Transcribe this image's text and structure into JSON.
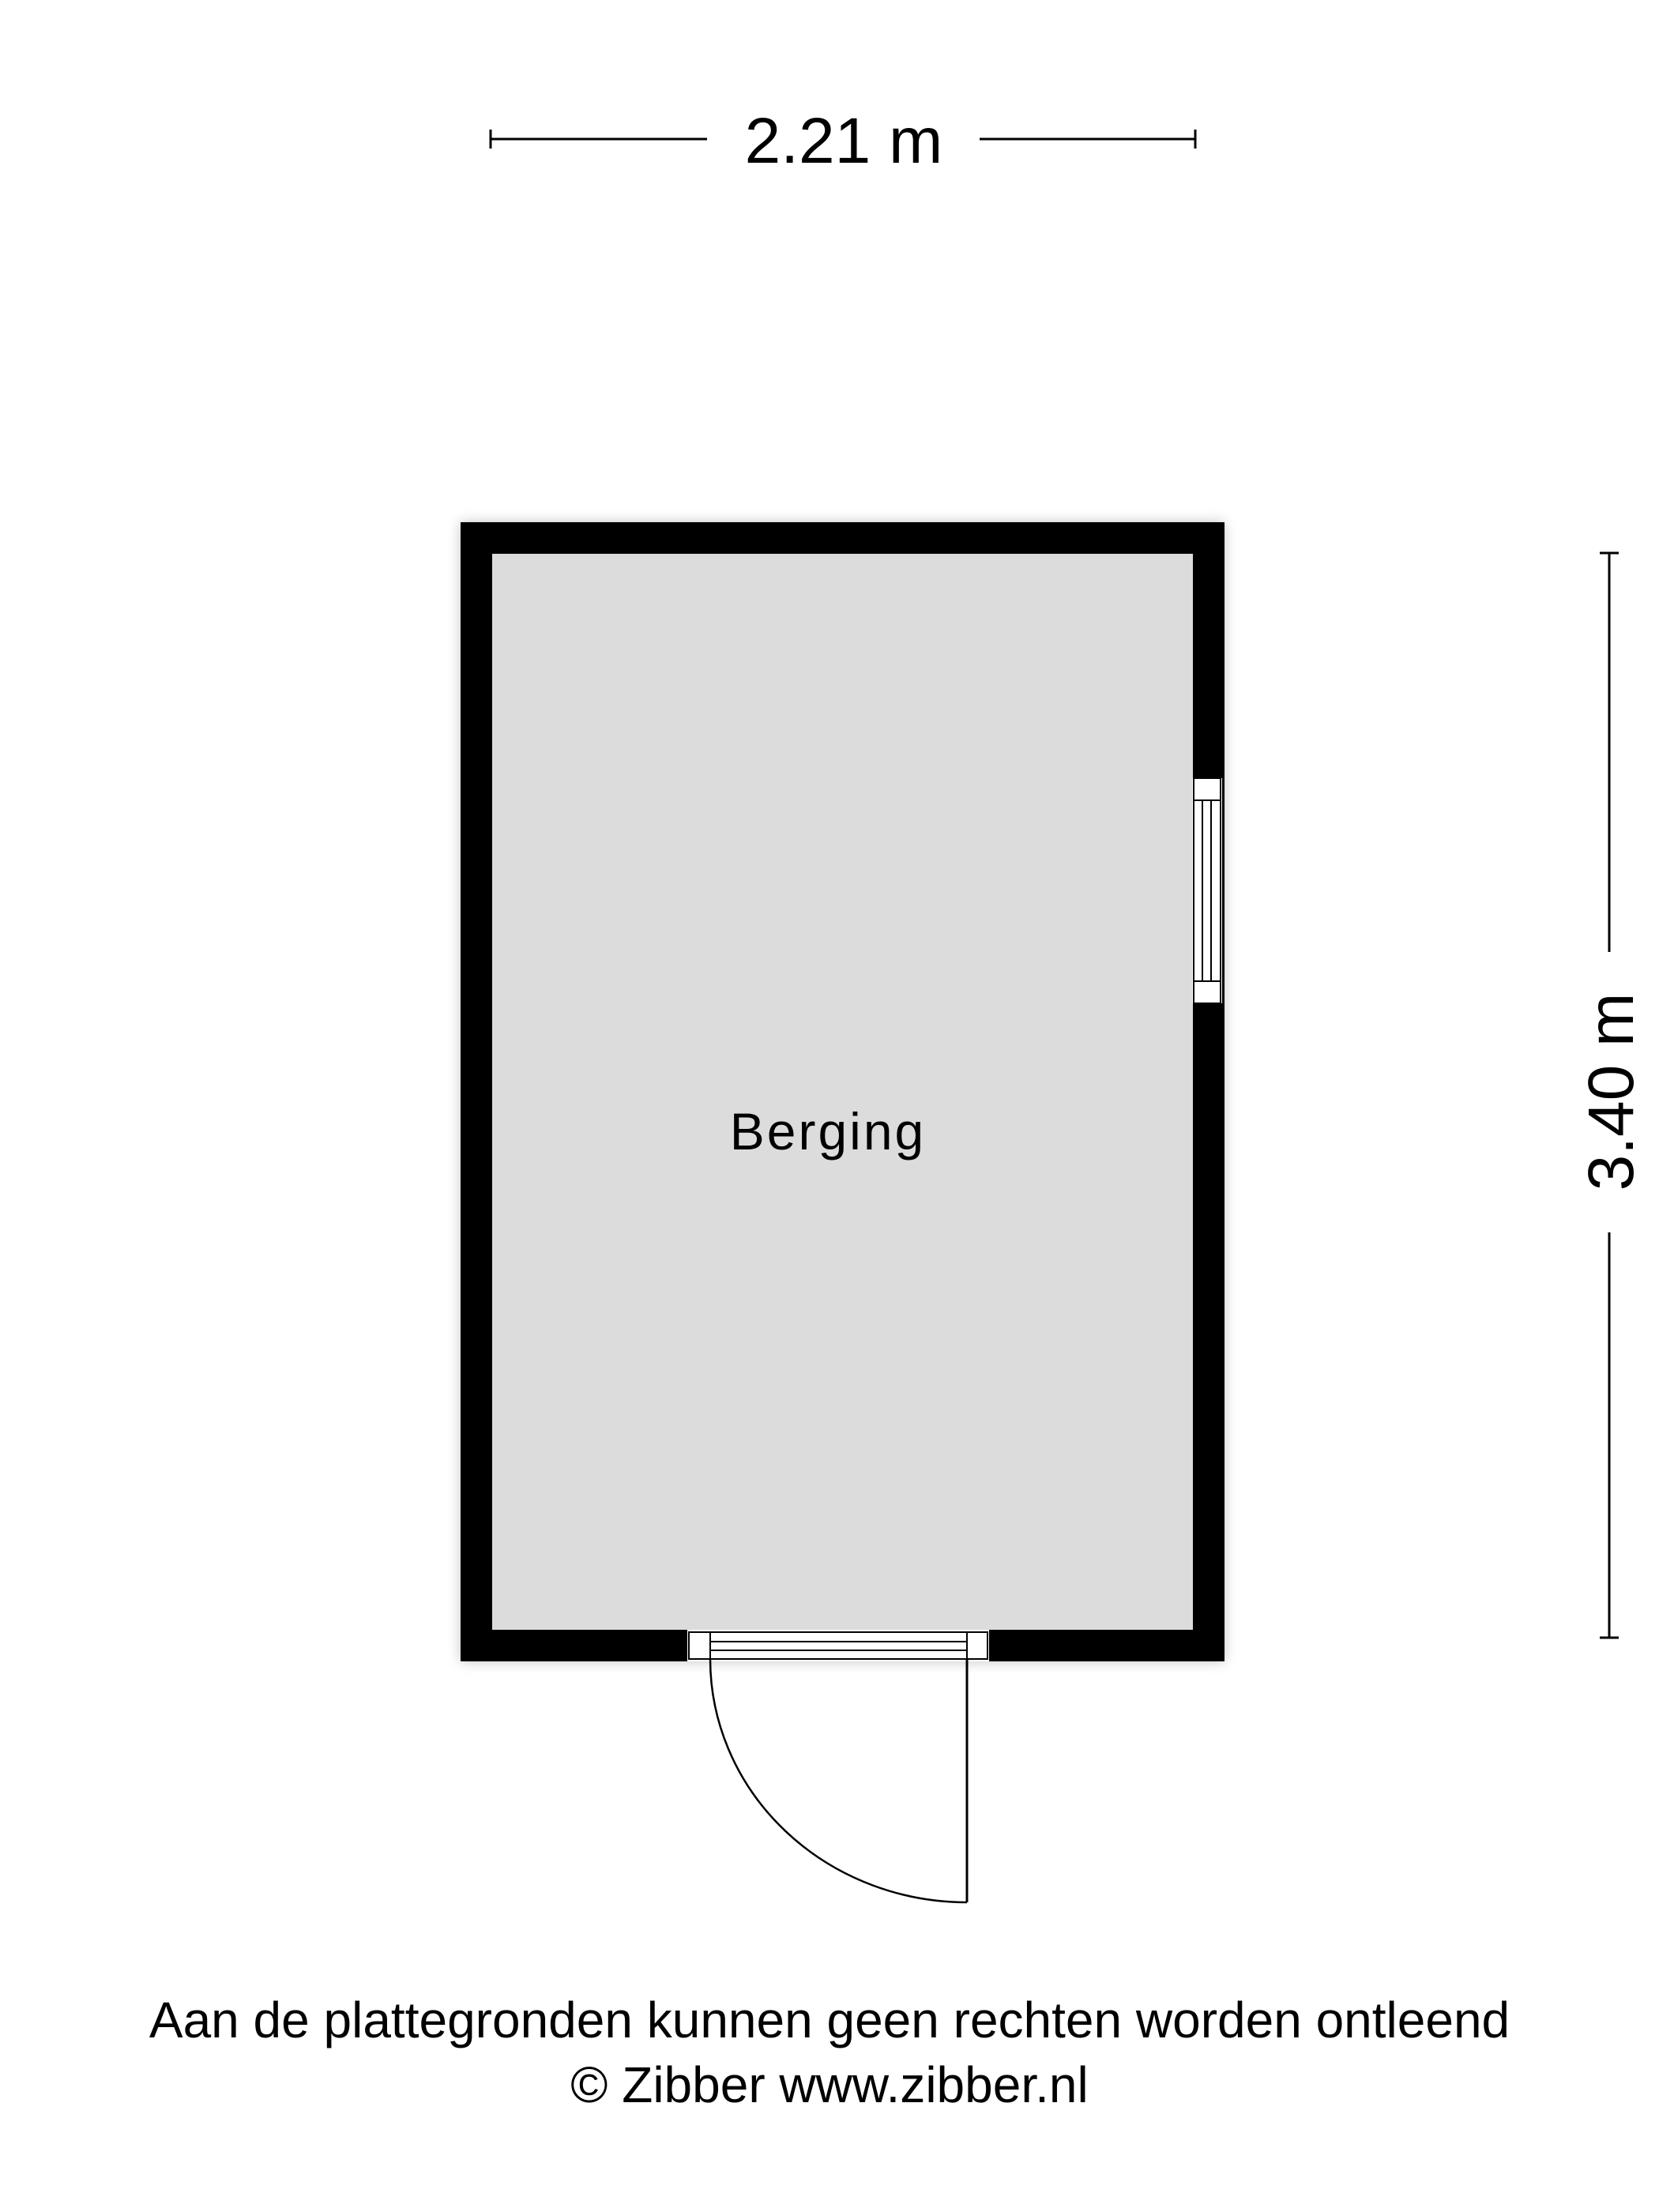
{
  "dimensions": {
    "width_label": "2.21 m",
    "height_label": "3.40 m"
  },
  "rooms": [
    {
      "name": "Berging"
    }
  ],
  "colors": {
    "wall": "#000000",
    "floor": "#dcdcdc",
    "background": "#ffffff"
  },
  "footer": {
    "disclaimer": "Aan de plattegronden kunnen geen rechten worden ontleend",
    "copyright": "© Zibber www.zibber.nl"
  }
}
